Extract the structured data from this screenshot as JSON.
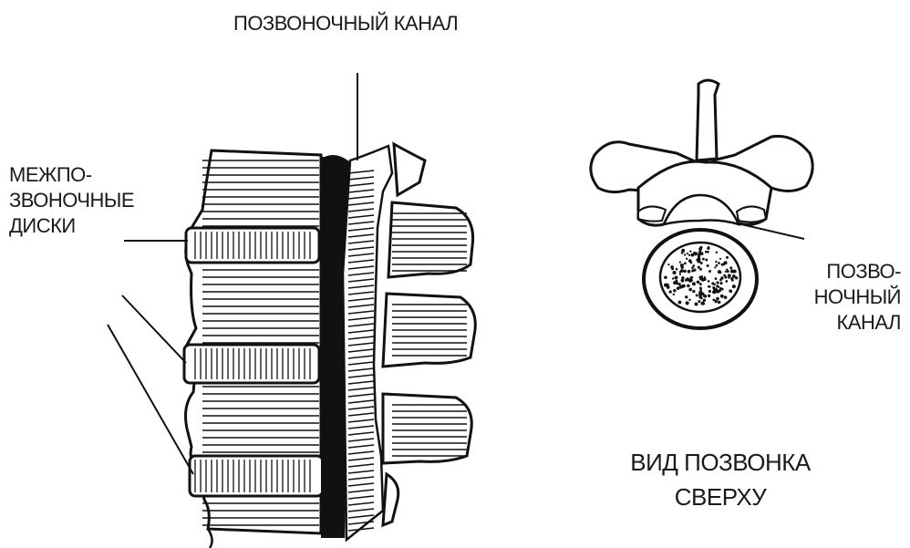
{
  "labels": {
    "spinal_canal_top": "ПОЗВОНОЧНЫЙ КАНАЛ",
    "intervertebral_discs": [
      "МЕЖПО-",
      "ЗВОНОЧНЫЕ",
      "ДИСКИ"
    ],
    "spinal_canal_right": [
      "ПОЗВО-",
      "НОЧНЫЙ",
      "КАНАЛ"
    ],
    "view_from_above": [
      "ВИД ПОЗВОНКА",
      "СВЕРХУ"
    ]
  },
  "colors": {
    "ink": "#111111",
    "paper": "#ffffff"
  }
}
